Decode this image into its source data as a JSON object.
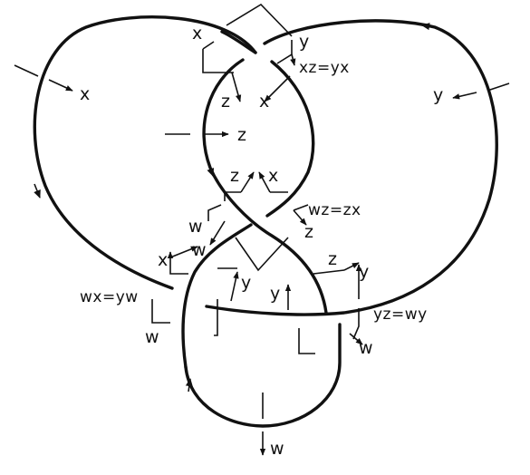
{
  "figure": {
    "background": "#ffffff",
    "ink": "#111111"
  },
  "generators": {
    "x": "x",
    "y": "y",
    "z": "z",
    "w": "w"
  },
  "relations": {
    "top": "xz=yx",
    "middle": "wz=zx",
    "left": "wx=yw",
    "right": "yz=wy"
  },
  "crossing_labels": {
    "top_x": "x",
    "top_y": "y",
    "top_z": "z",
    "top_x2": "x",
    "mid_z": "z",
    "mid_x": "x",
    "mid_w": "w",
    "mid_z2": "z",
    "left_x": "x",
    "left_w": "w",
    "left_y": "y",
    "left_w2": "w",
    "right_z": "z",
    "right_y": "y",
    "right_y2": "y",
    "right_w": "w"
  }
}
